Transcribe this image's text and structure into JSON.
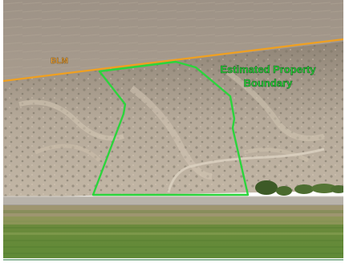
{
  "labels": {
    "blm": "BLM",
    "boundary_line1": "Estimated Property",
    "boundary_line2": "Boundary"
  },
  "colors": {
    "boundary_line": "#2bd53c",
    "blm_line": "#f0a020",
    "blm_text": "#f0a43a",
    "boundary_text": "#2bd53c"
  },
  "scene": {
    "type": "aerial-photo",
    "subject": "desert hillside parcel with road and green field below"
  }
}
